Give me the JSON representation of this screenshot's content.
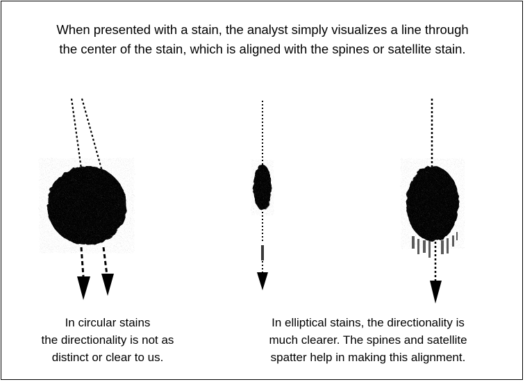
{
  "title": {
    "line1": "When presented with a stain,  the analyst simply  visualizes a line through",
    "line2": "the center of the stain, which is aligned with the spines or satellite stain."
  },
  "captions": {
    "left": {
      "line1": "In circular stains",
      "line2": "the directionality is not as",
      "line3": "distinct or clear to us."
    },
    "right": {
      "line1": "In elliptical stains,  the directionality  is",
      "line2": "much clearer.  The spines and satellite",
      "line3": "spatter help in making this alignment."
    }
  },
  "colors": {
    "ink": "#000000",
    "stain": "#3a3a3a",
    "stain_edge": "#5a5a5a",
    "background": "#ffffff"
  }
}
